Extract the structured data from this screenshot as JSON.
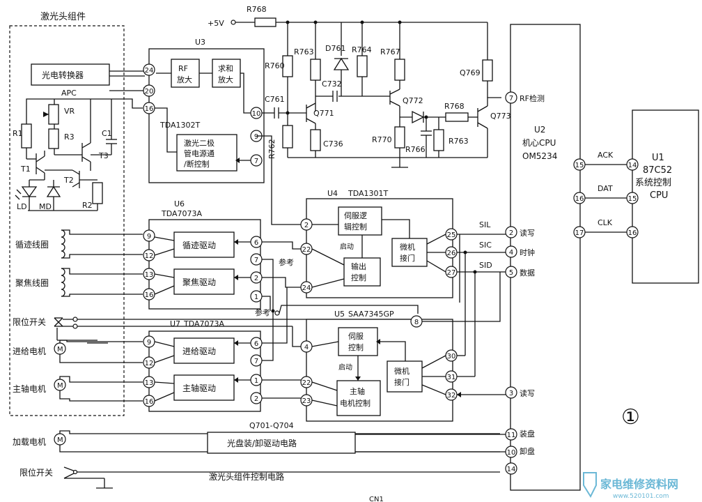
{
  "laser_assembly": {
    "title": "激光头组件",
    "photo_converter": "光电转换器",
    "apc": "APC",
    "vr": "VR",
    "r1": "R1",
    "r2": "R2",
    "r3": "R3",
    "c1": "C1",
    "t1": "T1",
    "t2": "T2",
    "t3": "T3",
    "ld": "LD",
    "md": "MD",
    "tracking_coil": "循迹线圈",
    "focus_coil": "聚焦线圈"
  },
  "left_labels": {
    "limit_switch_1": "限位开关",
    "feed_motor": "进给电机",
    "spindle_motor": "主轴电机",
    "load_motor": "加载电机",
    "limit_switch_2": "限位开关"
  },
  "u3": {
    "name": "U3",
    "part": "TDA1302T",
    "rf_amp": [
      "RF",
      "放大"
    ],
    "sum_amp": [
      "求和",
      "放大"
    ],
    "laser_ctrl": [
      "激光二极",
      "管电源通",
      "/断控制"
    ],
    "pins": [
      "24",
      "20",
      "16",
      "10",
      "9",
      "7"
    ]
  },
  "rf_stage": {
    "supply": "+5V",
    "components": [
      "R768",
      "R763",
      "D761",
      "R764",
      "R767",
      "R760",
      "C732",
      "Q769",
      "C761",
      "Q771",
      "Q772",
      "R768",
      "Q773",
      "R762",
      "R770",
      "R766",
      "C736",
      "R763"
    ]
  },
  "u2": {
    "name": "U2",
    "title": "机心CPU",
    "part": "OM5234",
    "rf_detect": "RF检测",
    "read_write": "读写",
    "clock": "时钟",
    "data": "数据",
    "load": "装盘",
    "unload": "卸盘",
    "pins": [
      "7",
      "2",
      "4",
      "5",
      "3",
      "11",
      "10",
      "14",
      "15",
      "16",
      "17"
    ]
  },
  "u1": {
    "name": "U1",
    "part": "87C52",
    "title": "系统控制",
    "subtitle": "CPU",
    "ack": "ACK",
    "dat": "DAT",
    "clk": "CLK",
    "pins": [
      "14",
      "15",
      "16"
    ]
  },
  "u4": {
    "name": "U4",
    "part": "TDA1301T",
    "servo_logic": [
      "伺服逻",
      "辑控制"
    ],
    "start": "启动",
    "output_ctrl": [
      "输出",
      "控制"
    ],
    "mcu_interface": [
      "微机",
      "接门"
    ],
    "sil": "SIL",
    "sic": "SIC",
    "sid": "SID",
    "pins": [
      "2",
      "22",
      "24",
      "25",
      "26",
      "27"
    ]
  },
  "u6": {
    "name": "U6",
    "part": "TDA7073A",
    "tracking_drive": "循迹驱动",
    "focus_drive": "聚焦驱动",
    "reference": "参考",
    "pins": [
      "9",
      "12",
      "13",
      "16",
      "6",
      "7",
      "2",
      "1"
    ]
  },
  "u7": {
    "name": "U7",
    "part": "TDA7073A",
    "feed_drive": "进给驱动",
    "spindle_drive": "主轴驱动",
    "pins": [
      "9",
      "12",
      "13",
      "16",
      "6",
      "7",
      "1",
      "2"
    ]
  },
  "u5": {
    "name": "U5",
    "part": "SAA7345GP",
    "servo_ctrl": [
      "伺服",
      "控制"
    ],
    "start": "启动",
    "spindle_ctrl": [
      "主轴",
      "电机控制"
    ],
    "mcu_interface": [
      "微机",
      "接门"
    ],
    "pins": [
      "8",
      "4",
      "22",
      "23",
      "30",
      "31",
      "32"
    ]
  },
  "reference_label": "参考",
  "loader": {
    "part": "Q701-Q704",
    "circuit": "光盘装/卸驱动电路"
  },
  "laser_ctrl_circuit": "激光头组件控制电路",
  "figure_number": "①",
  "connector": "CN1",
  "watermark": {
    "name": "家电维修资料网",
    "url": "www.520101.com"
  }
}
